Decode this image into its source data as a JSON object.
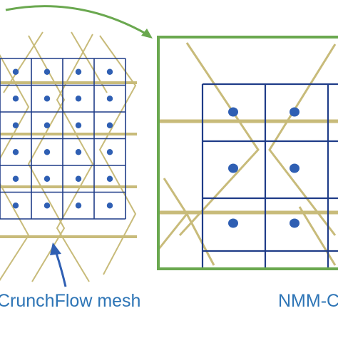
{
  "captions": {
    "crunchflow": "CrunchFlow mesh",
    "nmm": "NMM-C"
  },
  "colors": {
    "mesh_line": "#1f3c88",
    "node_dot": "#2f5fb3",
    "nmm_line": "#c8bb7a",
    "zoom_frame": "#6aa84f",
    "pointer_arrow": "#2f5fb3",
    "caption_text": "#2e75b6"
  },
  "icons": {
    "zoom_connector": "curved-arrow-icon",
    "mesh_pointer": "arrow-up-icon"
  },
  "mesh": {
    "left_grid": {
      "columns": 4,
      "rows": 6
    },
    "zoom_grid": {
      "columns": 2,
      "rows": 3
    }
  }
}
